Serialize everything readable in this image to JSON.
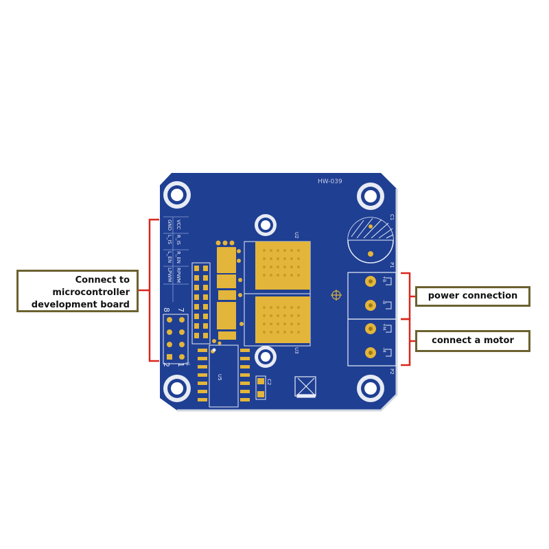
{
  "callouts": {
    "mcu_lines": [
      "Connect to",
      "microcontroller",
      "development board"
    ],
    "power": "power connection",
    "motor": "connect a motor"
  },
  "board": {
    "model": "HW-039",
    "header_pins": [
      "VCC",
      "GND",
      "R_IS",
      "L_IS",
      "R_EN",
      "L_EN",
      "RPWM",
      "LPWM"
    ],
    "header_numbers": [
      "8",
      "7",
      "2",
      "1"
    ],
    "designators": {
      "c1": "C1",
      "c2": "C2",
      "u2": "U2",
      "u3": "U3",
      "u5": "U5",
      "p1": "P1",
      "p2": "P2",
      "j1": "J1"
    },
    "terminal_labels": [
      "+B",
      "-B",
      "+M",
      "-M"
    ]
  },
  "colors": {
    "pcb": "#1f3f93",
    "pad": "#e3b53a",
    "callout_border": "#6b6130",
    "bracket": "#d9261c"
  }
}
